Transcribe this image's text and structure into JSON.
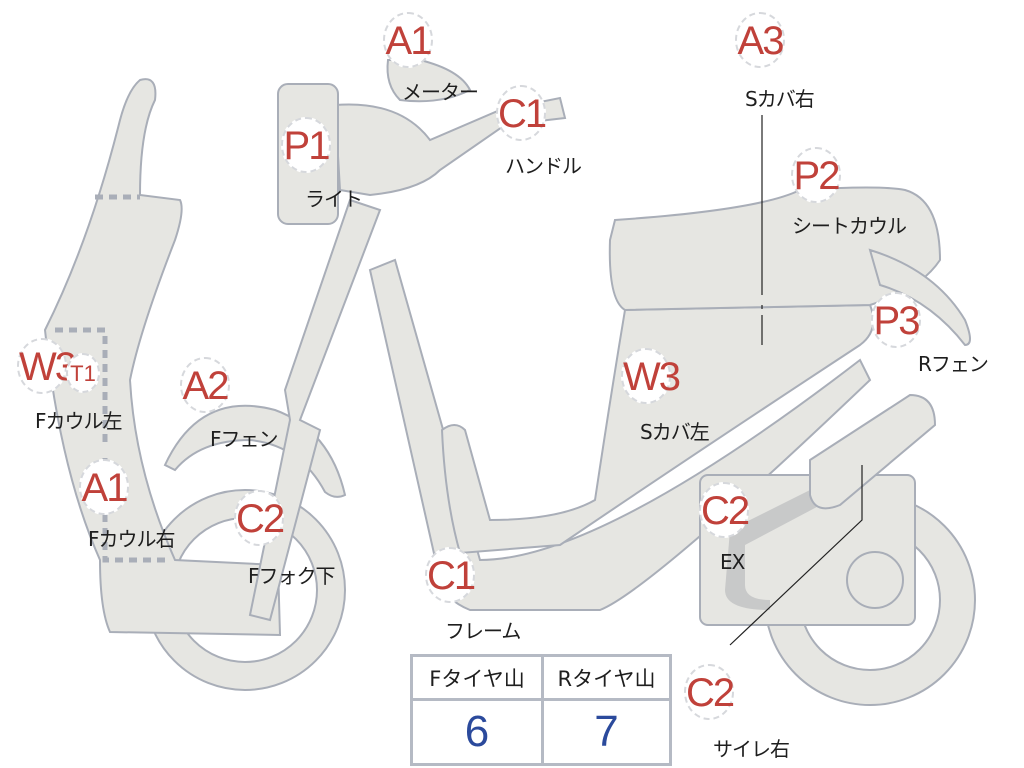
{
  "colors": {
    "grade": "#c0413a",
    "value": "#2b4a9c",
    "body": "#e6e6e2",
    "outline": "#a9aeb8"
  },
  "labels": [
    {
      "id": "meter",
      "grade": "A1",
      "part": "メーター"
    },
    {
      "id": "handle",
      "grade": "C1",
      "part": "ハンドル"
    },
    {
      "id": "light",
      "grade": "P1",
      "part": "ライト"
    },
    {
      "id": "scover-right",
      "grade": "A3",
      "part": "Sカバ右"
    },
    {
      "id": "seat-cowl",
      "grade": "P2",
      "part": "シートカウル"
    },
    {
      "id": "r-fender",
      "grade": "P3",
      "part": "Rフェン"
    },
    {
      "id": "f-cowl-left",
      "grade": "W3",
      "grade2": "T1",
      "part": "Fカウル左"
    },
    {
      "id": "f-fender",
      "grade": "A2",
      "part": "Fフェン"
    },
    {
      "id": "scover-left",
      "grade": "W3",
      "part": "Sカバ左"
    },
    {
      "id": "f-cowl-right",
      "grade": "A1",
      "part": "Fカウル右"
    },
    {
      "id": "f-fork-lower",
      "grade": "C2",
      "part": "Fフォク下"
    },
    {
      "id": "frame",
      "grade": "C1",
      "part": "フレーム"
    },
    {
      "id": "exhaust",
      "grade": "C2",
      "part": "EX"
    },
    {
      "id": "muffler-right",
      "grade": "C2",
      "part": "サイレ右"
    }
  ],
  "tire_table": {
    "headers": [
      "Fタイヤ山",
      "Rタイヤ山"
    ],
    "values": [
      "6",
      "7"
    ]
  }
}
